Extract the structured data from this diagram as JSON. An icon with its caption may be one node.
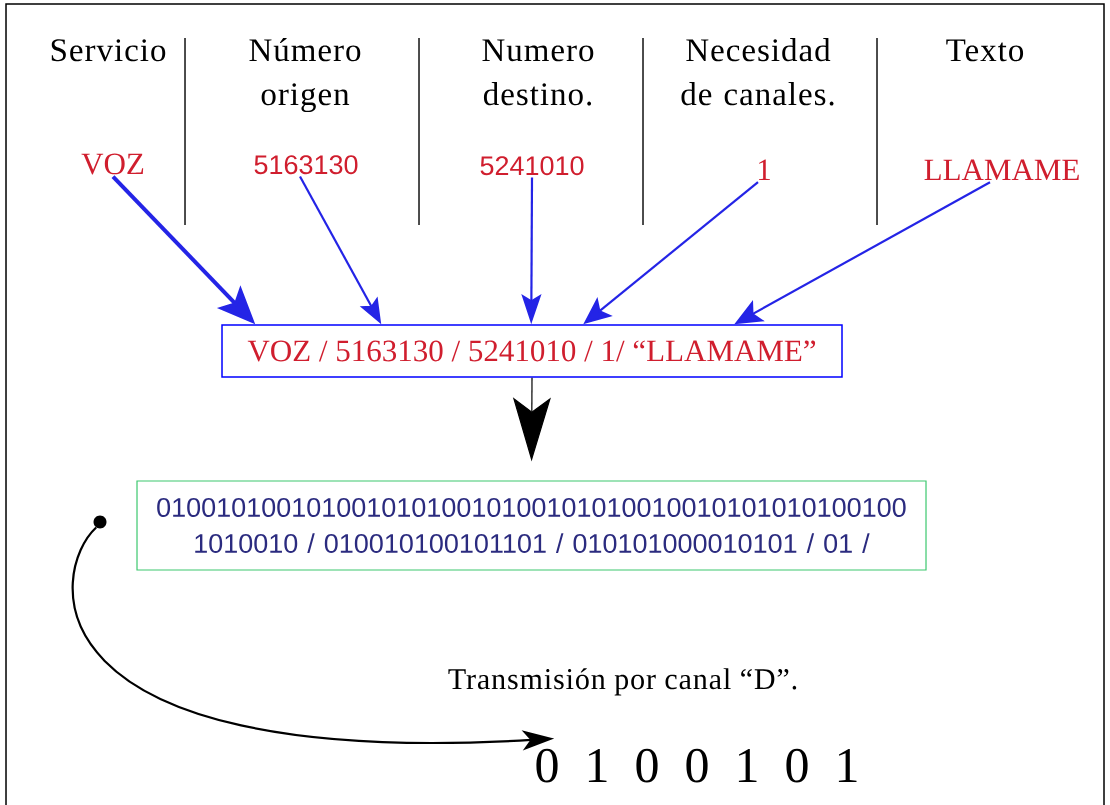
{
  "diagram": {
    "nodes": [
      {
        "text": [
          "VOZ"
        ]
      },
      {
        "text": [
          "5163130"
        ]
      },
      {
        "text": [
          "5241010"
        ]
      },
      {
        "text": [
          "1"
        ]
      },
      {
        "text": [
          "LLAMAME"
        ]
      },
      {
        "text": [
          "VOZ / 5163130 / 5241010 / 1/ “LLAMAME”"
        ]
      },
      {
        "text": [
          "01001010010100101010010100101010010010101010100100 1010010 / 010010100101101 / 010101000010101 / 01 /"
        ]
      },
      {
        "text": [],
        "shape": "circle"
      },
      {
        "text": [
          "0 1 0 0 1 0 1"
        ],
        "beside": [
          "Transmisión por canal “D”."
        ]
      }
    ],
    "edges": [
      {
        "from": 0,
        "to": 5,
        "arrow": "to",
        "style": "thick"
      },
      {
        "from": 1,
        "to": 5,
        "arrow": "to"
      },
      {
        "from": 2,
        "to": 5,
        "arrow": "to"
      },
      {
        "from": 3,
        "to": 5,
        "arrow": "to"
      },
      {
        "from": 4,
        "to": 5,
        "arrow": "to"
      },
      {
        "from": 5,
        "to": 6,
        "arrow": "to",
        "color": "#000000"
      },
      {
        "from": 7,
        "to": 8,
        "arrow": "to",
        "color": "#000000"
      }
    ],
    "labels": [
      "Servicio",
      "Número origen",
      "Numero destino.",
      "Necesidad de canales.",
      "Texto"
    ]
  }
}
